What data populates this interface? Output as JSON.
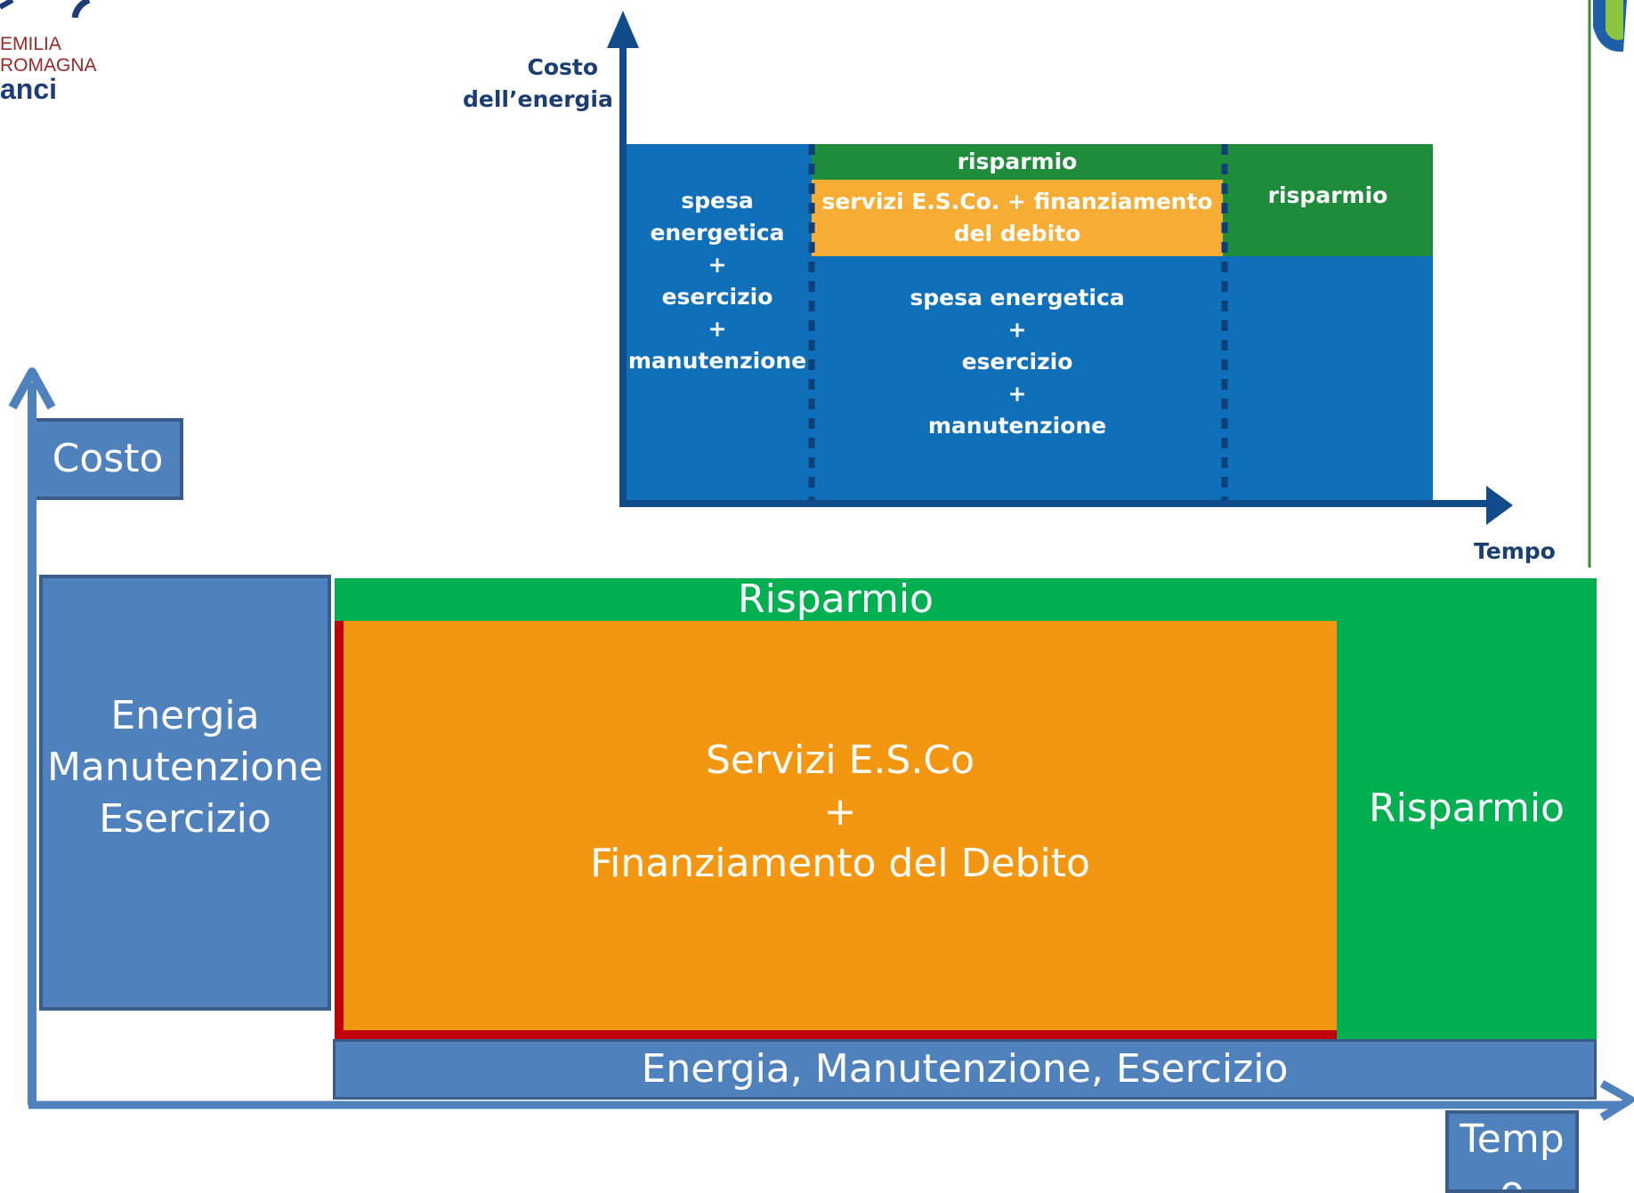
{
  "logo": {
    "lines": [
      "EMILIA",
      "ROMAGNA"
    ],
    "brand": "anci"
  },
  "top_diagram": {
    "y_axis_label": [
      "Costo",
      "dell’energia"
    ],
    "x_axis_label": "Tempo",
    "before": {
      "lines": [
        "spesa",
        "energetica",
        "+",
        "esercizio",
        "+",
        "manutenzione"
      ]
    },
    "during": {
      "savings": "risparmio",
      "services": [
        "servizi E.S.Co. + finanziamento",
        "del debito"
      ],
      "base": [
        "spesa energetica",
        "+",
        "esercizio",
        "+",
        "manutenzione"
      ]
    },
    "after": {
      "savings": "risparmio"
    }
  },
  "bottom_diagram": {
    "y_axis_label": "Costo",
    "x_axis_label": [
      "Temp",
      "o"
    ],
    "before": [
      "Energia",
      "Manutenzione",
      "Esercizio"
    ],
    "savings_top": "Risparmio",
    "services": [
      "Servizi E.S.Co",
      "+",
      "Finanziamento del Debito"
    ],
    "base": "Energia, Manutenzione, Esercizio",
    "after_savings": "Risparmio"
  },
  "colors": {
    "top_blue": "#0f6fb9",
    "top_green": "#1f8c3b",
    "top_orange": "#f7ad33",
    "top_axis": "#114b8a",
    "bottom_blue": "#4f81bd",
    "bottom_border": "#385d8a",
    "bottom_green": "#00b050",
    "bottom_orange": "#f39610",
    "bottom_red": "#c00000"
  }
}
